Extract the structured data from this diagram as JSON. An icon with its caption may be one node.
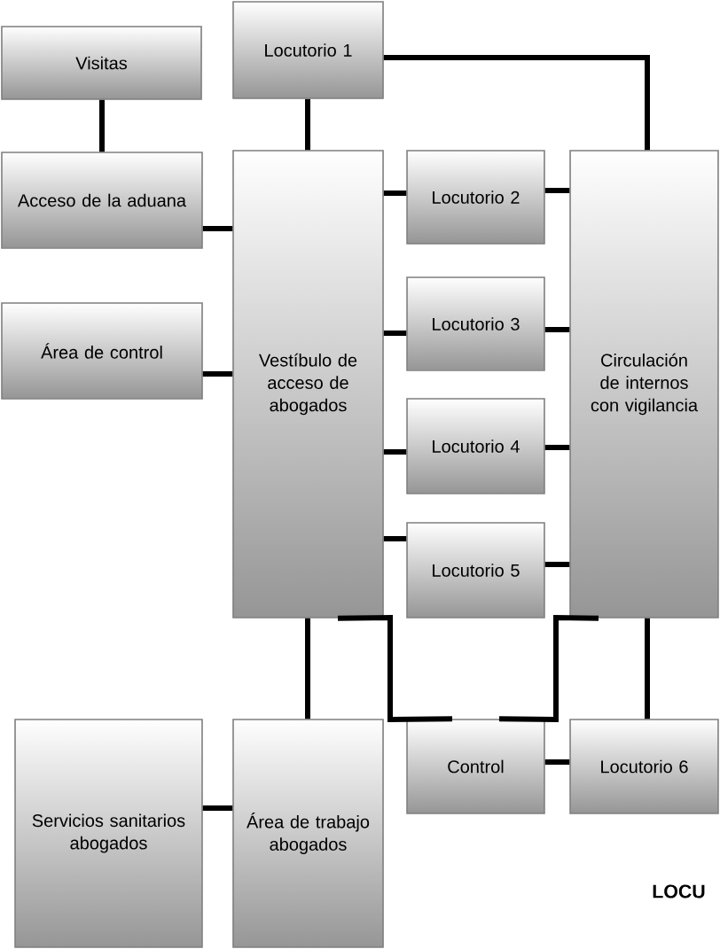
{
  "diagram": {
    "nodes": [
      {
        "text": [
          "Visitas"
        ]
      },
      {
        "text": [
          "Locutorio 1"
        ]
      },
      {
        "text": [
          "Acceso de la aduana"
        ]
      },
      {
        "text": [
          "Vestíbulo de acceso de abogados"
        ]
      },
      {
        "text": [
          "Locutorio 2"
        ]
      },
      {
        "text": [
          "Circulación de internos con vigilancia"
        ]
      },
      {
        "text": [
          "Área de control"
        ]
      },
      {
        "text": [
          "Locutorio 3"
        ]
      },
      {
        "text": [
          "Locutorio 4"
        ]
      },
      {
        "text": [
          "Locutorio 5"
        ]
      },
      {
        "text": [
          "Control"
        ]
      },
      {
        "text": [
          "Locutorio 6"
        ]
      },
      {
        "text": [
          "Servicios sanitarios abogados"
        ]
      },
      {
        "text": [
          "Área de trabajo abogados"
        ]
      }
    ],
    "edges": [
      {
        "from": 0,
        "to": 2,
        "arrow": "none"
      },
      {
        "from": 1,
        "to": 3,
        "arrow": "none"
      },
      {
        "from": 1,
        "to": 5,
        "arrow": "none"
      },
      {
        "from": 2,
        "to": 3,
        "arrow": "none"
      },
      {
        "from": 6,
        "to": 3,
        "arrow": "none"
      },
      {
        "from": 3,
        "to": 4,
        "arrow": "none"
      },
      {
        "from": 4,
        "to": 5,
        "arrow": "none"
      },
      {
        "from": 3,
        "to": 7,
        "arrow": "none"
      },
      {
        "from": 7,
        "to": 5,
        "arrow": "none"
      },
      {
        "from": 3,
        "to": 8,
        "arrow": "none"
      },
      {
        "from": 8,
        "to": 5,
        "arrow": "none"
      },
      {
        "from": 3,
        "to": 9,
        "arrow": "none"
      },
      {
        "from": 9,
        "to": 5,
        "arrow": "none"
      },
      {
        "from": 3,
        "to": 10,
        "arrow": "none"
      },
      {
        "from": 5,
        "to": 10,
        "arrow": "none"
      },
      {
        "from": 5,
        "to": 11,
        "arrow": "none"
      },
      {
        "from": 10,
        "to": 11,
        "arrow": "none"
      },
      {
        "from": 3,
        "to": 13,
        "arrow": "none"
      },
      {
        "from": 12,
        "to": 13,
        "arrow": "none"
      }
    ],
    "labels": [
      "LOCU"
    ]
  }
}
